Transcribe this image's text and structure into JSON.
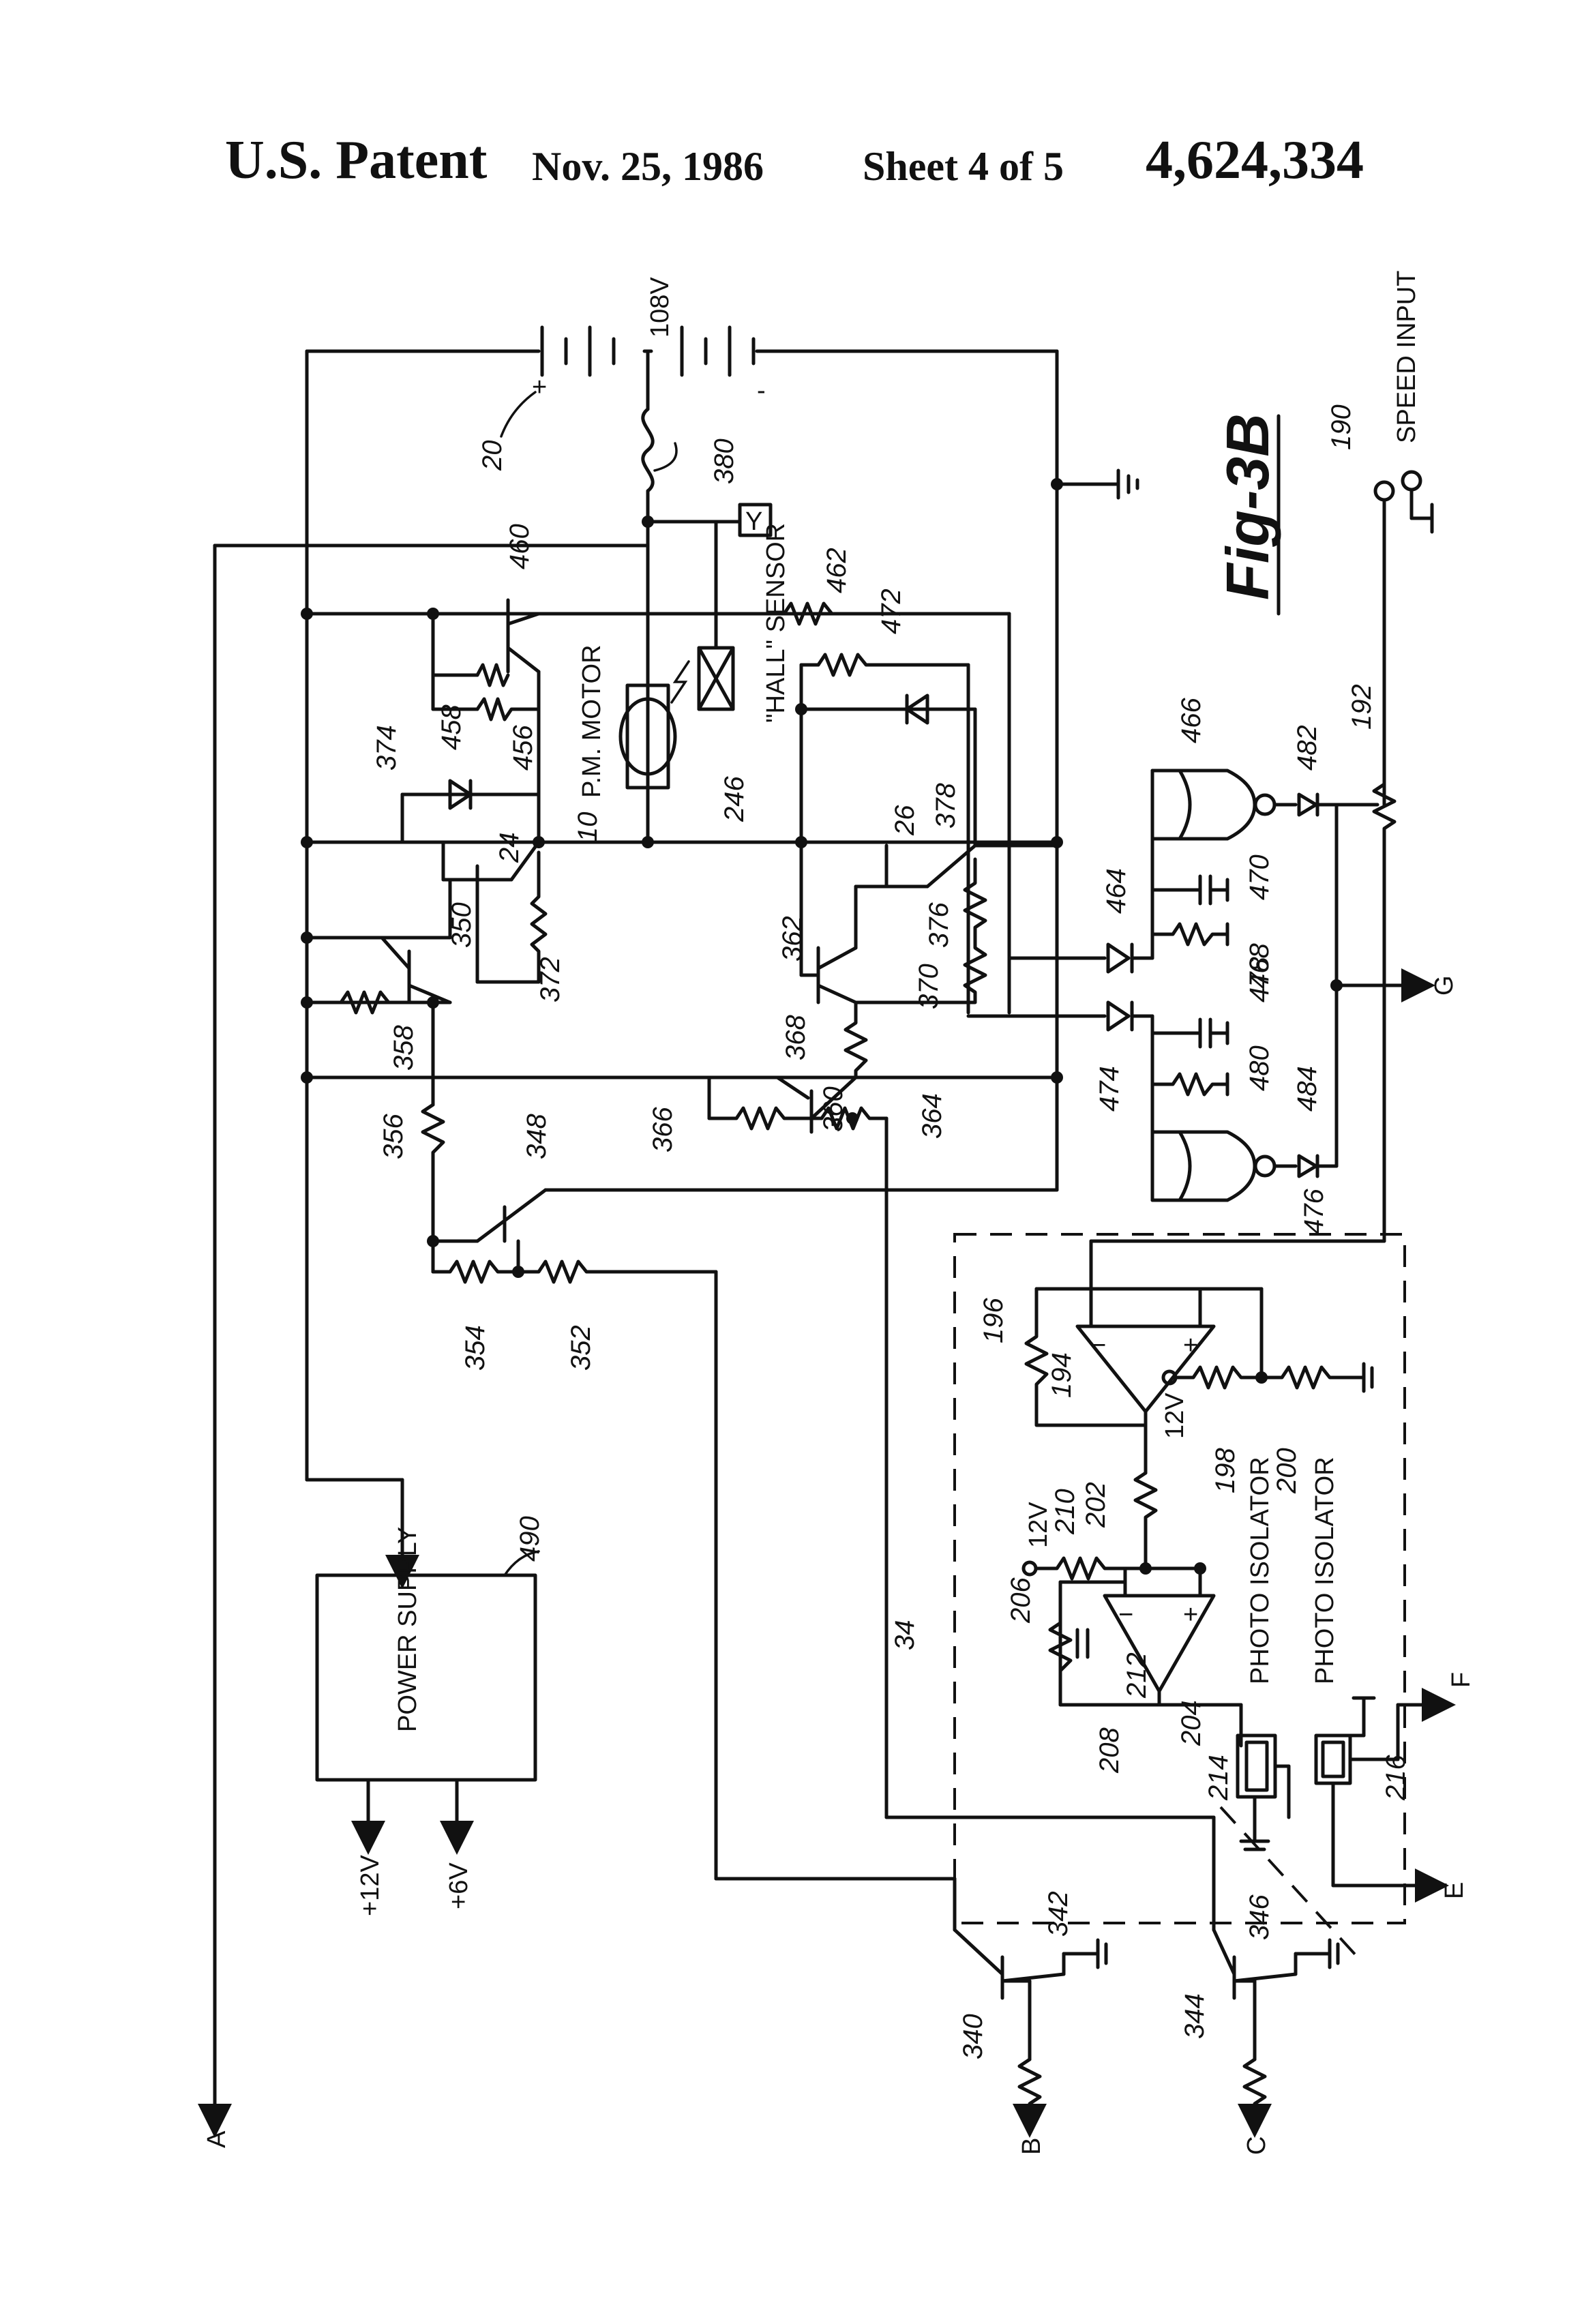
{
  "header": {
    "patent": "U.S. Patent",
    "date": "Nov. 25, 1986",
    "sheet": "Sheet 4 of 5",
    "number": "4,624,334"
  },
  "figure": {
    "title": "Fig-3B",
    "battery_voltage": "108V",
    "battery_plus": "+",
    "battery_minus": "-",
    "motor_label": "P.M. MOTOR",
    "hall_label": "\"HALL\" SENSOR",
    "speed_input": "SPEED INPUT",
    "power_supply": "POWER SUPPLY",
    "photo_isolator": "PHOTO ISOLATOR",
    "supply_12v": "12V",
    "out_plus12": "+12V",
    "out_plus6": "+6V",
    "node_y": "Y",
    "terminals": [
      "A",
      "B",
      "C",
      "E",
      "F",
      "G"
    ],
    "refs": {
      "r20": "20",
      "r10": "10",
      "r24": "24",
      "r26": "26",
      "r34": "34",
      "r190": "190",
      "r192": "192",
      "r194": "194",
      "r196": "196",
      "r198": "198",
      "r200": "200",
      "r202": "202",
      "r204": "204",
      "r206": "206",
      "r208": "208",
      "r210": "210",
      "r212": "212",
      "r214": "214",
      "r216": "216",
      "r246": "246",
      "r340": "340",
      "r342": "342",
      "r344": "344",
      "r346": "346",
      "r348": "348",
      "r350": "350",
      "r352": "352",
      "r354": "354",
      "r356": "356",
      "r358": "358",
      "r360": "360",
      "r362": "362",
      "r364": "364",
      "r366": "366",
      "r368": "368",
      "r370": "370",
      "r372": "372",
      "r374": "374",
      "r376": "376",
      "r378": "378",
      "r380": "380",
      "r456": "456",
      "r458": "458",
      "r460": "460",
      "r462": "462",
      "r464": "464",
      "r466": "466",
      "r468": "468",
      "r470": "470",
      "r472": "472",
      "r474": "474",
      "r476": "476",
      "r478": "478",
      "r480": "480",
      "r482": "482",
      "r484": "484",
      "r490": "490"
    }
  }
}
